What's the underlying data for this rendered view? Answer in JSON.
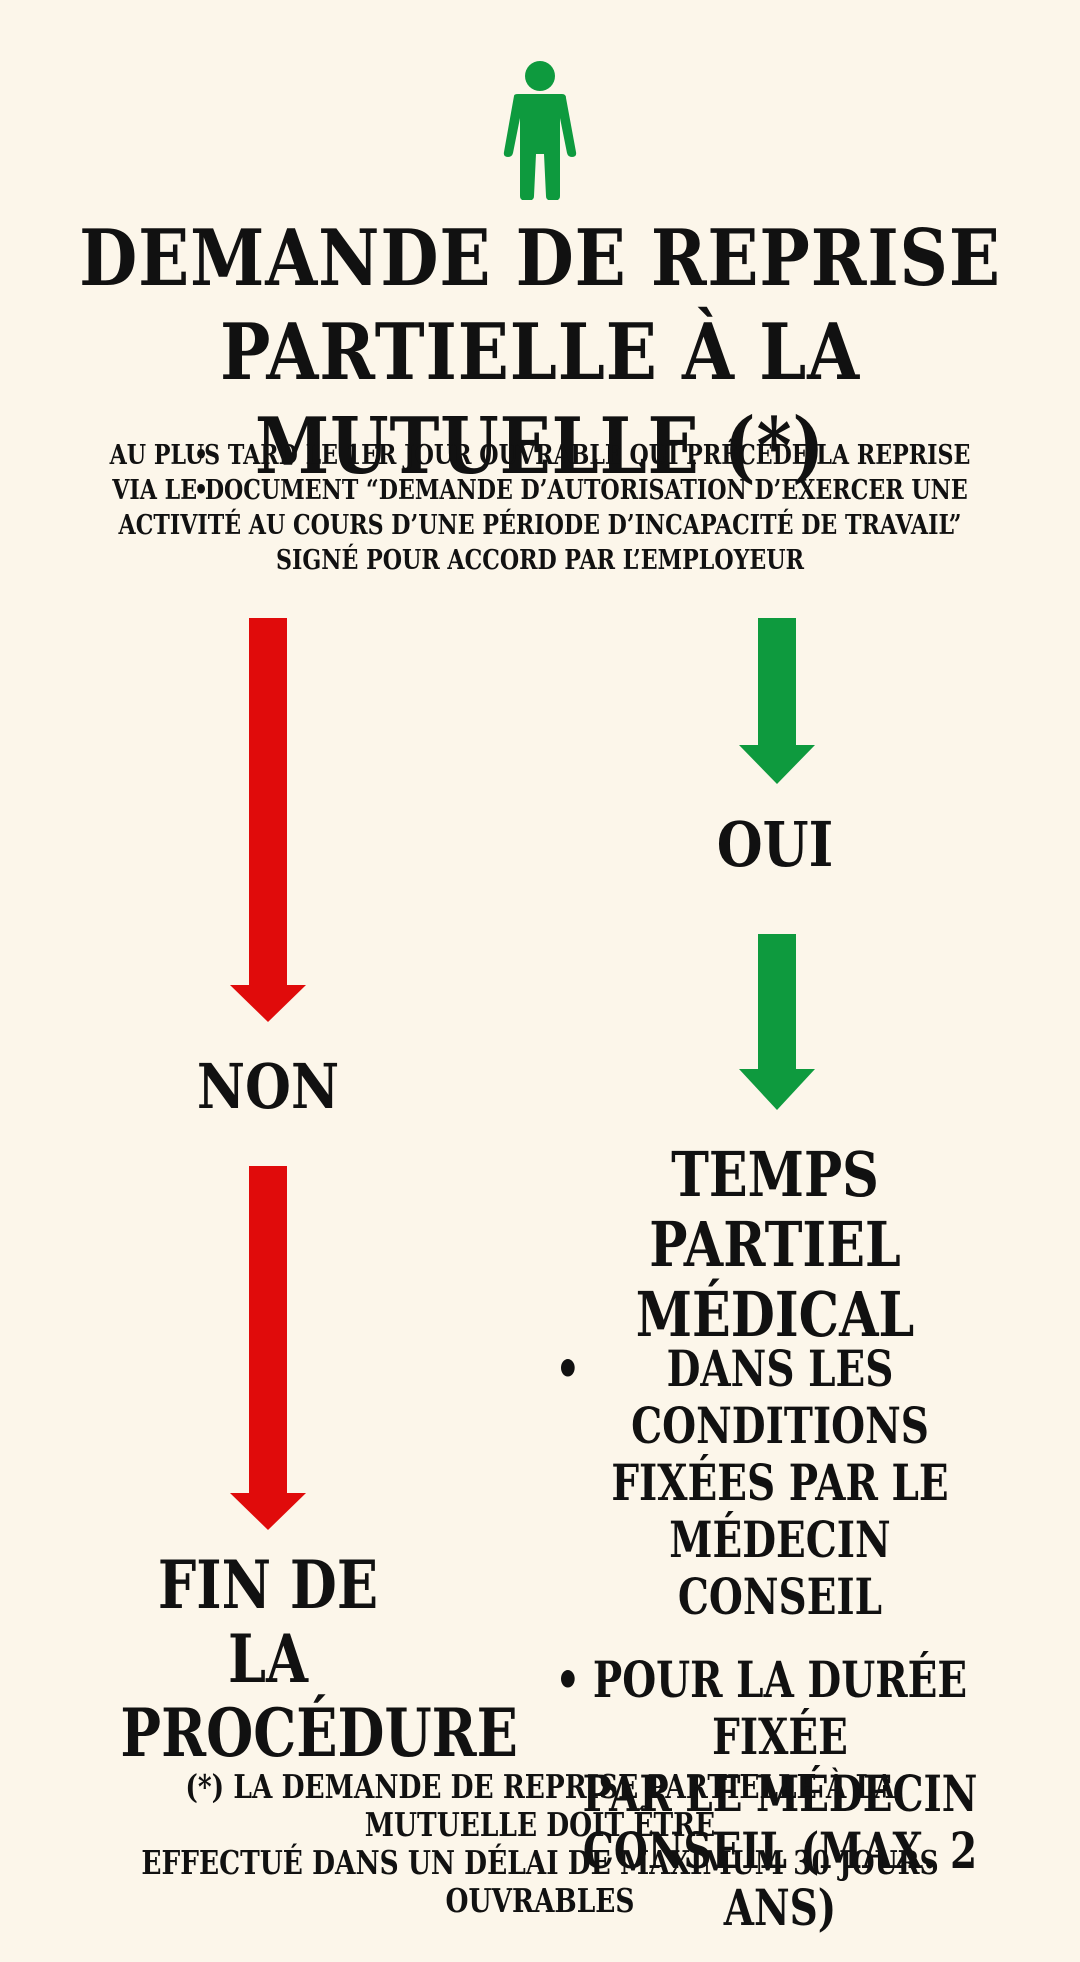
{
  "title": {
    "line1": "DEMANDE DE REPRISE",
    "line2": "PARTIELLE À LA MUTUELLE (*)"
  },
  "requirements": [
    {
      "lines": [
        "AU PLUS TARD LE 1ER JOUR OUVRABLE QUI PRÉCÈDE LA REPRISE"
      ]
    },
    {
      "lines": [
        "VIA LE DOCUMENT “DEMANDE D’AUTORISATION D’EXERCER UNE",
        "ACTIVITÉ AU COURS D’UNE PÉRIODE D’INCAPACITÉ DE TRAVAIL”",
        "SIGNÉ POUR ACCORD PAR L’EMPLOYEUR"
      ]
    }
  ],
  "branches": {
    "yes_label": "OUI",
    "no_label": "NON",
    "yes_result": {
      "line1": "TEMPS PARTIEL",
      "line2": "MÉDICAL"
    },
    "no_result": {
      "line1": "FIN DE LA",
      "line2": "PROCÉDURE"
    },
    "conditions": [
      {
        "lines": [
          "DANS LES CONDITIONS",
          "FIXÉES PAR LE",
          "MÉDECIN CONSEIL"
        ]
      },
      {
        "lines": [
          "POUR LA DURÉE FIXÉE",
          "PAR LE MÉDECIN",
          "CONSEIL (MAX. 2 ANS)"
        ]
      }
    ]
  },
  "footnote": {
    "line1": "(*) LA DEMANDE DE REPRISE PARTIELLE À LA MUTUELLE DOIT ÊTRE",
    "line2": "EFFECTUÉ DANS UN DÉLAI DE MAXIMUM 30 JOURS OUVRABLES"
  },
  "colors": {
    "background": "#fcf6ea",
    "yes_arrow": "#0e9a3e",
    "no_arrow": "#e00b0b",
    "person_icon": "#0e9a3e",
    "text": "#111111"
  },
  "icons": {
    "top": "person-icon"
  }
}
